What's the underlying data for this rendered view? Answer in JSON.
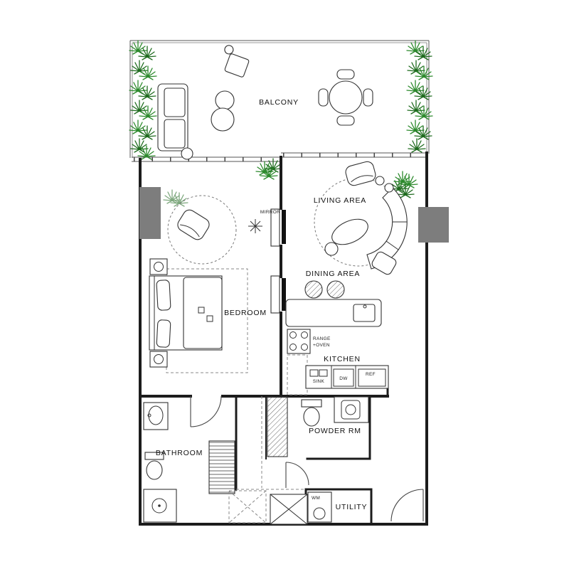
{
  "rooms": {
    "balcony": "BALCONY",
    "living_area": "LIVING AREA",
    "dining_area": "DINING AREA",
    "bedroom": "BEDROOM",
    "kitchen": "KITCHEN",
    "powder_room": "POWDER RM",
    "bathroom": "BATHROOM",
    "utility": "UTILITY"
  },
  "fixtures": {
    "mirror": "MIRROR",
    "range": "RANGE",
    "oven": "+OVEN",
    "sink": "SINK",
    "dishwasher": "DW",
    "refrigerator": "REF",
    "washing_machine": "WM"
  },
  "colors": {
    "plant_green": "#2d8a2d",
    "plant_dark_green": "#1e6b1e",
    "column_gray": "#7d7d7d",
    "wall": "#1c1c1c"
  }
}
